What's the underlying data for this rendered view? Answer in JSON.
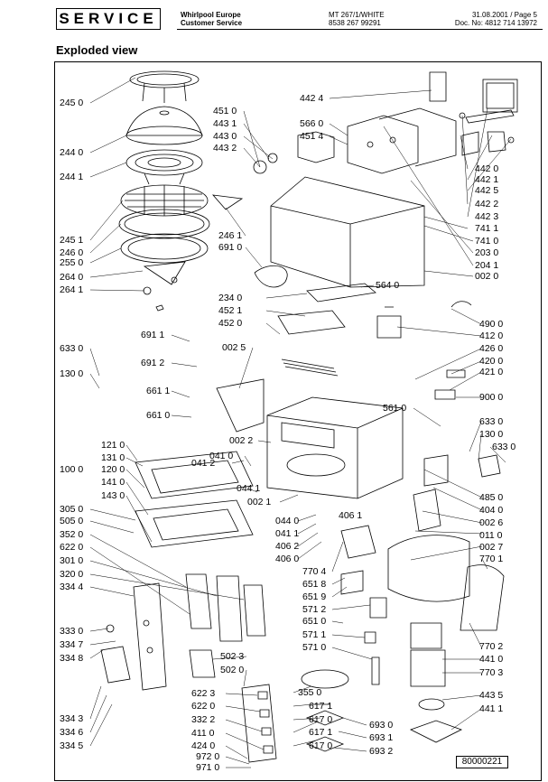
{
  "header": {
    "badge": "SERVICE",
    "company": "Whirlpool Europe",
    "dept": "Customer Service",
    "model": "MT 267/1/WHITE",
    "code": "8538 267 99291",
    "date_page": "31.08.2001 / Page 5",
    "doc": "Doc. No: 4812 714 13972"
  },
  "title": "Exploded view",
  "doc_number": "80000221",
  "parts": [
    "245 0",
    "244 0",
    "244 1",
    "245 1",
    "246 0",
    "255 0",
    "264 0",
    "264 1",
    "451 0",
    "443 1",
    "443 0",
    "443 2",
    "566 0",
    "451 4",
    "442 4",
    "442 0",
    "442 1",
    "442 5",
    "442 2",
    "442 3",
    "741 1",
    "741 0",
    "203 0",
    "204 1",
    "002 0",
    "246 1",
    "691 0",
    "564 0",
    "234 0",
    "452 1",
    "452 0",
    "490 0",
    "412 0",
    "691 1",
    "691 2",
    "002 5",
    "426 0",
    "420 0",
    "421 0",
    "633 0",
    "130 0",
    "661 1",
    "661 0",
    "900 0",
    "561 0",
    "633 0",
    "130 0",
    "633 0",
    "121 0",
    "131 0",
    "120 0",
    "141 0",
    "143 0",
    "100 0",
    "041 2",
    "041 0",
    "002 2",
    "044 1",
    "002 1",
    "485 0",
    "404 0",
    "305 0",
    "505 0",
    "352 0",
    "622 0",
    "301 0",
    "320 0",
    "334 4",
    "044 0",
    "041 1",
    "406 2",
    "406 1",
    "406 0",
    "002 6",
    "011 0",
    "002 7",
    "770 1",
    "770 4",
    "651 8",
    "651 9",
    "571 2",
    "651 0",
    "571 1",
    "571 0",
    "333 0",
    "334 7",
    "334 8",
    "502 3",
    "502 0",
    "770 2",
    "441 0",
    "770 3",
    "622 3",
    "622 0",
    "332 2",
    "411 0",
    "424 0",
    "972 0",
    "971 0",
    "355 0",
    "617 1",
    "617 0",
    "617 1",
    "617 0",
    "693 0",
    "693 1",
    "693 2",
    "443 5",
    "441 1",
    "334 3",
    "334 6",
    "334 5"
  ]
}
